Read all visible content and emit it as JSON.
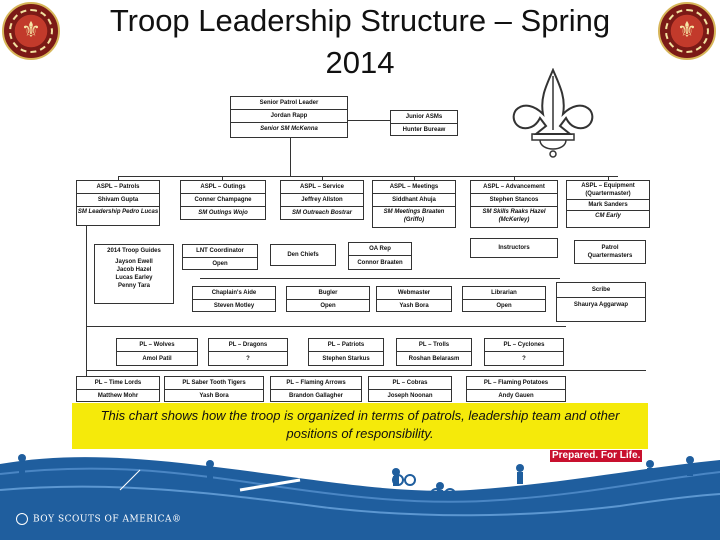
{
  "slide": {
    "title": "Troop Leadership Structure – Spring 2014",
    "caption": "This chart shows how the troop is organized in terms of  patrols, leadership team and other positions of responsibility.",
    "tagline": "Prepared. For Life.",
    "footer_brand": "BOY SCOUTS OF AMERICA®"
  },
  "colors": {
    "caption_bg": "#f5ea0a",
    "footer_blue": "#1f5e9e",
    "tagline_red": "#c8102e",
    "emblem_red": "#7b1a16"
  },
  "org": {
    "spl": {
      "title": "Senior Patrol Leader",
      "name": "Jordan Rapp",
      "mentor": "Senior SM McKenna"
    },
    "asm": {
      "title": "Junior ASMs",
      "name": "Hunter Bureaw"
    },
    "aspl": [
      {
        "title": "ASPL – Patrols",
        "name": "Shivam Gupta",
        "mentor": "SM Leadership Pedro Lucas"
      },
      {
        "title": "ASPL – Outings",
        "name": "Conner Champagne",
        "mentor": "SM Outings Wojo"
      },
      {
        "title": "ASPL – Service",
        "name": "Jeffrey Allston",
        "mentor": "SM Outreach Bostrar"
      },
      {
        "title": "ASPL – Meetings",
        "name": "Siddhant Ahuja",
        "mentor": "SM Meetings Braaten (Griffo)"
      },
      {
        "title": "ASPL – Advancement",
        "name": "Stephen Stancos",
        "mentor": "SM Skills Raaks Hazel (McKerley)"
      },
      {
        "title": "ASPL – Equipment (Quartermaster)",
        "name": "Mark Sanders",
        "mentor": "CM Early"
      }
    ],
    "guides": {
      "title": "2014 Troop Guides",
      "names": [
        "Jayson Ewell",
        "Jacob Hazel",
        "Lucas Earley",
        "Penny Tara"
      ]
    },
    "lnt": {
      "title": "LNT Coordinator",
      "name": "Open"
    },
    "den_chiefs": {
      "title": "Den Chiefs"
    },
    "oa_rep": {
      "title": "OA Rep",
      "name": "Connor Braaten"
    },
    "instructors": {
      "title": "Instructors"
    },
    "patrol_qm": {
      "title": "Patrol Quartermasters"
    },
    "chaplain": {
      "title": "Chaplain's Aide",
      "name": "Steven Motley"
    },
    "bugler": {
      "title": "Bugler",
      "name": "Open"
    },
    "webmaster": {
      "title": "Webmaster",
      "name": "Yash Bora"
    },
    "librarian": {
      "title": "Librarian",
      "name": "Open"
    },
    "scribe": {
      "title": "Scribe",
      "name": "Shaurya Aggarwap"
    },
    "patrols_row1": [
      {
        "title": "PL – Wolves",
        "name": "Amol Patil"
      },
      {
        "title": "PL – Dragons",
        "name": "?"
      },
      {
        "title": "PL – Patriots",
        "name": "Stephen Starkus"
      },
      {
        "title": "PL – Trolls",
        "name": "Roshan Belarasm"
      },
      {
        "title": "PL – Cyclones",
        "name": "?"
      }
    ],
    "patrols_row2": [
      {
        "title": "PL – Time Lords",
        "name": "Matthew Mohr"
      },
      {
        "title": "PL Saber Tooth Tigers",
        "name": "Yash Bora"
      },
      {
        "title": "PL – Flaming Arrows",
        "name": "Brandon Gallagher"
      },
      {
        "title": "PL – Cobras",
        "name": "Joseph Noonan"
      },
      {
        "title": "PL – Flaming Potatoes",
        "name": "Andy Gauen"
      }
    ]
  }
}
